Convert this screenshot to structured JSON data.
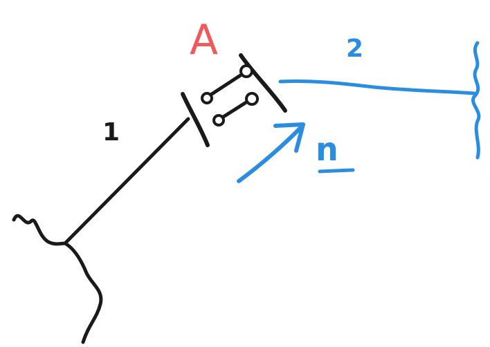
{
  "diagram": {
    "labels": {
      "joint": "A",
      "bar_left": "1",
      "bar_right": "2",
      "normal": "n"
    },
    "colors": {
      "joint_label": "#ee5a5a",
      "bar_left": "#1a1a1a",
      "bar_right": "#2b8de0",
      "normal_arrow": "#2b8de0",
      "background": "#ffffff"
    }
  }
}
